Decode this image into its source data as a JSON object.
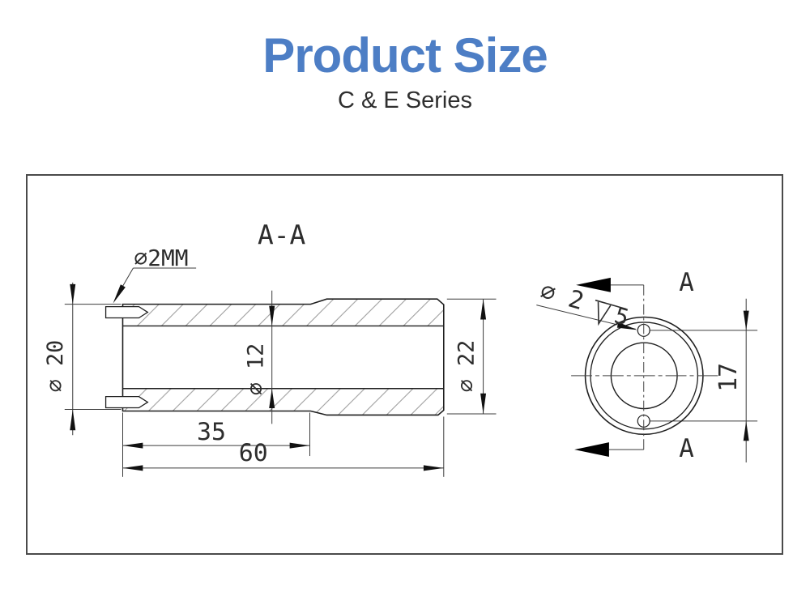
{
  "header": {
    "title": "Product Size",
    "subtitle": "C & E Series"
  },
  "drawing": {
    "section_title": "A-A",
    "section_view": {
      "hole_callout": "⌀2MM",
      "outer_diameter": "⌀ 20",
      "bore_diameter": "⌀ 12",
      "tip_diameter": "⌀ 22",
      "step_length": "35",
      "total_length": "60"
    },
    "end_view": {
      "hole_diameter": "⌀ 2",
      "hole_depth": "5",
      "hole_spacing": "17",
      "section_arrow_top": "A",
      "section_arrow_bottom": "A"
    },
    "colors": {
      "accent_blue": "#4d7ec5",
      "line_color": "#222222",
      "hatch_color": "#999999"
    }
  }
}
